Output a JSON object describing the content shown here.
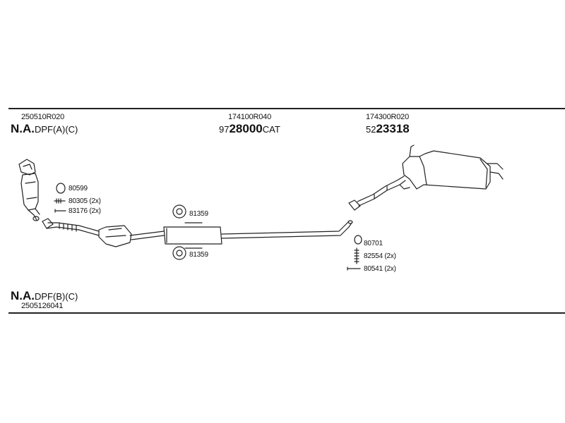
{
  "top_left": {
    "part_number": "250510R020",
    "variant_prefix": "N.A.",
    "variant_suffix": "DPF(A)(C)"
  },
  "top_center": {
    "part_number": "174100R040",
    "code_prefix": "97",
    "code_main": "28000",
    "code_suffix": "CAT"
  },
  "top_right": {
    "part_number": "174300R020",
    "code_prefix": "52",
    "code_main": "23318"
  },
  "bottom_left": {
    "variant_prefix": "N.A.",
    "variant_suffix": "DPF(B)(C)",
    "part_number": "2505126041"
  },
  "left_fittings": [
    {
      "label": "80599",
      "icon": "gasket-ring-icon"
    },
    {
      "label": "80305 (2x)",
      "icon": "spring-bolt-icon"
    },
    {
      "label": "83176 (2x)",
      "icon": "bolt-icon"
    }
  ],
  "center_fittings": [
    {
      "label": "81359",
      "icon": "rubber-hanger-icon"
    },
    {
      "label": "81359",
      "icon": "rubber-hanger-icon"
    }
  ],
  "right_fittings": [
    {
      "label": "80701",
      "icon": "gasket-ring-icon"
    },
    {
      "label": "82554 (2x)",
      "icon": "spring-bolt-icon"
    },
    {
      "label": "80541 (2x)",
      "icon": "bolt-icon"
    }
  ]
}
